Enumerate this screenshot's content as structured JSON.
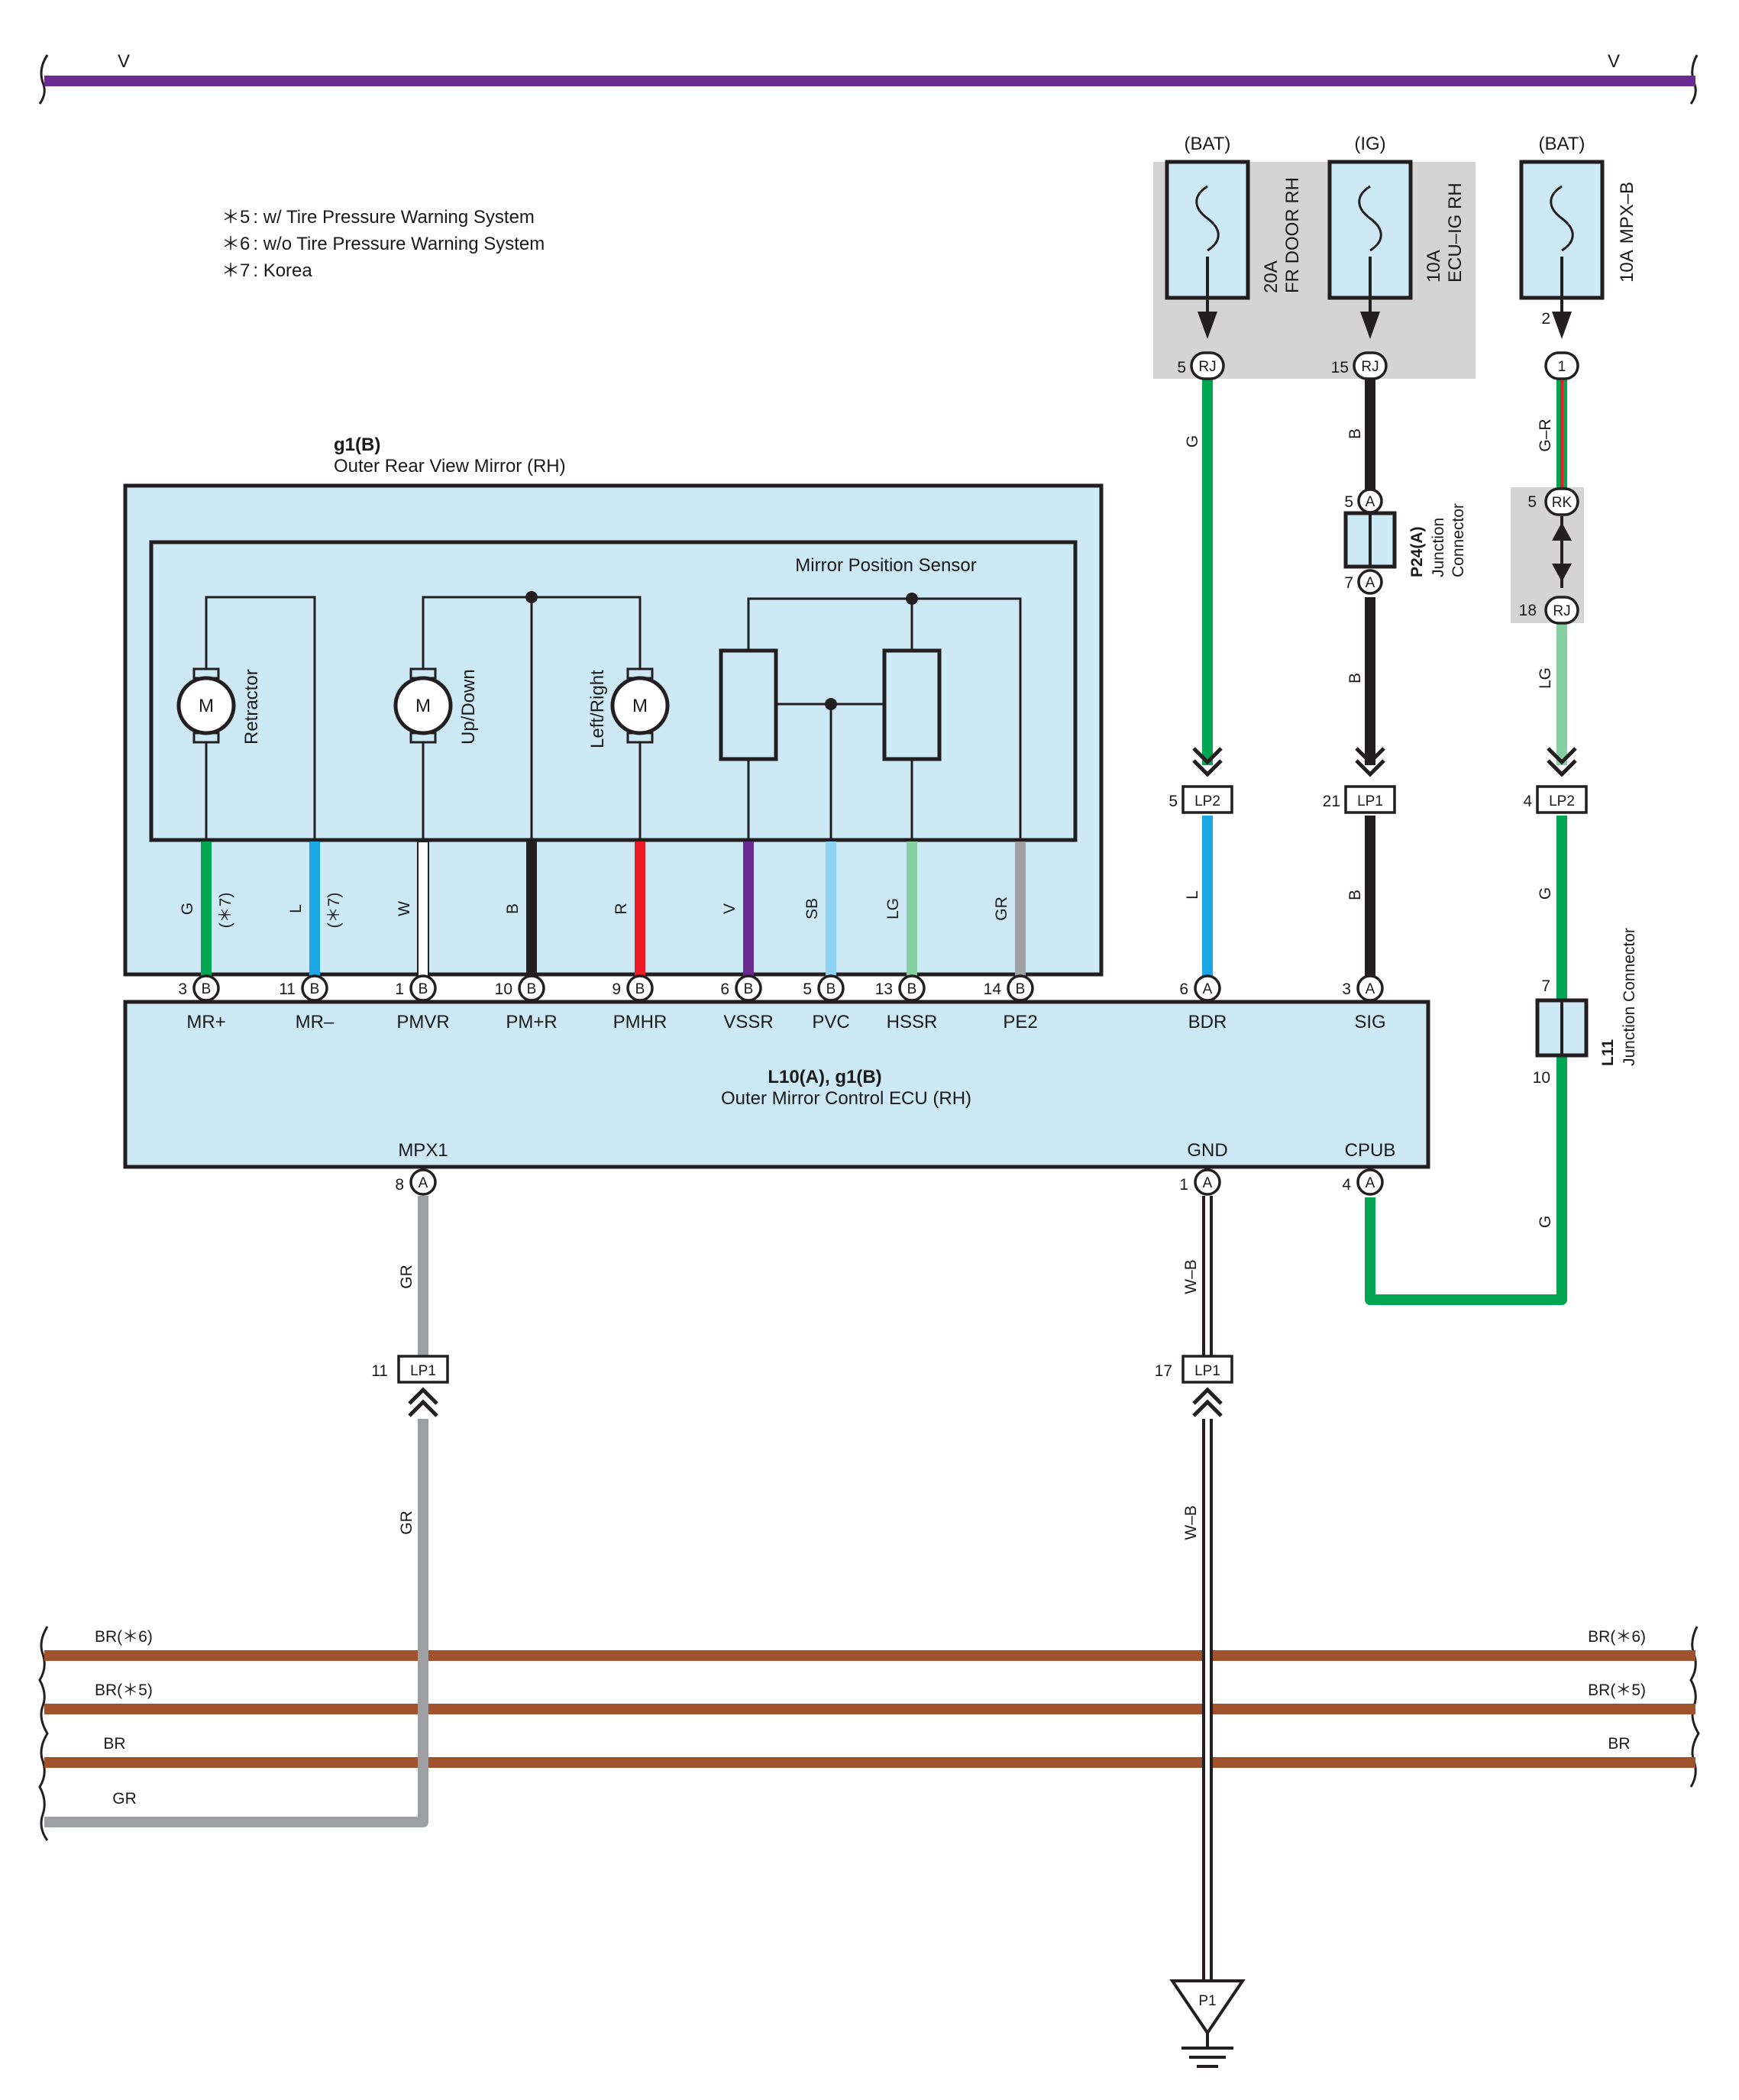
{
  "top_bus": {
    "label_left": "V",
    "label_right": "V",
    "color": "#6b2c91"
  },
  "notes": [
    {
      "mark": "＊5",
      "text": ": w/ Tire Pressure Warning System"
    },
    {
      "mark": "＊6",
      "text": ": w/o Tire Pressure Warning System"
    },
    {
      "mark": "＊7",
      "text": ": Korea"
    }
  ],
  "fuses": [
    {
      "supply": "(BAT)",
      "rating": "20A",
      "name": "FR DOOR RH",
      "pin": "5",
      "connector": "RJ",
      "wire_color_code": "G",
      "wire_hex": "#00a651"
    },
    {
      "supply": "(IG)",
      "rating": "10A",
      "name": "ECU–IG RH",
      "pin": "15",
      "connector": "RJ",
      "wire_color_code": "B",
      "wire_hex": "#231f20"
    },
    {
      "supply": "(BAT)",
      "rating": "10A",
      "name": "MPX–B",
      "pin": "2",
      "connector": "1",
      "wire_color_code": "G–R",
      "wire_hex": "#00a651",
      "stripe_hex": "#ed1c24"
    }
  ],
  "junction_p24": {
    "id": "P24(A)",
    "name1": "Junction",
    "name2": "Connector",
    "pin_in": "5",
    "pin_out": "7",
    "connector": "A",
    "wire_out": "B"
  },
  "relay_rk": {
    "pin_top": "5",
    "conn_top": "RK",
    "pin_bottom": "18",
    "conn_bottom": "RJ",
    "wire_out": "LG",
    "wire_out_hex": "#86cfa0"
  },
  "lp_connectors_top": [
    {
      "pin": "5",
      "id": "LP2",
      "wire_below": "L",
      "wire_below_hex": "#1ba7e6"
    },
    {
      "pin": "21",
      "id": "LP1",
      "wire_below": "B",
      "wire_below_hex": "#231f20"
    },
    {
      "pin": "4",
      "id": "LP2",
      "wire_below": "G",
      "wire_below_hex": "#00a651"
    }
  ],
  "junction_l11": {
    "id": "L11",
    "name": "Junction Connector",
    "pin_in": "7",
    "pin_out": "10",
    "wire_out": "G"
  },
  "mirror": {
    "id": "g1(B)",
    "name": "Outer Rear View Mirror (RH)",
    "sensor": "Mirror Position Sensor",
    "motor_symbol": "M",
    "motors": [
      "Retractor",
      "Up/Down",
      "Left/Right"
    ],
    "wires": [
      {
        "code": "G",
        "note": "(＊7)",
        "hex": "#00a651"
      },
      {
        "code": "L",
        "note": "(＊7)",
        "hex": "#1ba7e6"
      },
      {
        "code": "W",
        "note": "",
        "hex": "#ffffff"
      },
      {
        "code": "B",
        "note": "",
        "hex": "#231f20"
      },
      {
        "code": "R",
        "note": "",
        "hex": "#ed1c24"
      },
      {
        "code": "V",
        "note": "",
        "hex": "#6b2c91"
      },
      {
        "code": "SB",
        "note": "",
        "hex": "#8fd3f4"
      },
      {
        "code": "LG",
        "note": "",
        "hex": "#86cfa0"
      },
      {
        "code": "GR",
        "note": "",
        "hex": "#9d9fa2"
      }
    ]
  },
  "ecu": {
    "id": "L10(A), g1(B)",
    "name": "Outer Mirror Control ECU (RH)",
    "top_pins": [
      {
        "num": "3",
        "conn": "B",
        "name": "MR+"
      },
      {
        "num": "11",
        "conn": "B",
        "name": "MR–"
      },
      {
        "num": "1",
        "conn": "B",
        "name": "PMVR"
      },
      {
        "num": "10",
        "conn": "B",
        "name": "PM+R"
      },
      {
        "num": "9",
        "conn": "B",
        "name": "PMHR"
      },
      {
        "num": "6",
        "conn": "B",
        "name": "VSSR"
      },
      {
        "num": "5",
        "conn": "B",
        "name": "PVC"
      },
      {
        "num": "13",
        "conn": "B",
        "name": "HSSR"
      },
      {
        "num": "14",
        "conn": "B",
        "name": "PE2"
      },
      {
        "num": "6",
        "conn": "A",
        "name": "BDR"
      },
      {
        "num": "3",
        "conn": "A",
        "name": "SIG"
      }
    ],
    "bottom_pins": [
      {
        "num": "8",
        "conn": "A",
        "name": "MPX1"
      },
      {
        "num": "1",
        "conn": "A",
        "name": "GND"
      },
      {
        "num": "4",
        "conn": "A",
        "name": "CPUB"
      }
    ]
  },
  "lower_wires": {
    "mpx1_code": "GR",
    "mpx1_hex": "#9d9fa2",
    "gnd_code": "W–B",
    "cpub_code": "G",
    "cpub_hex": "#00a651",
    "lp1_mpx": {
      "pin": "11",
      "id": "LP1"
    },
    "lp1_gnd": {
      "pin": "17",
      "id": "LP1"
    },
    "ground": "P1"
  },
  "bottom_bus": [
    {
      "left": "BR(＊6)",
      "right": "BR(＊6)",
      "hex": "#a0522d"
    },
    {
      "left": "BR(＊5)",
      "right": "BR(＊5)",
      "hex": "#a0522d"
    },
    {
      "left": "BR",
      "right": "BR",
      "hex": "#a0522d"
    },
    {
      "left": "GR",
      "right": "",
      "hex": "#9d9fa2"
    }
  ]
}
